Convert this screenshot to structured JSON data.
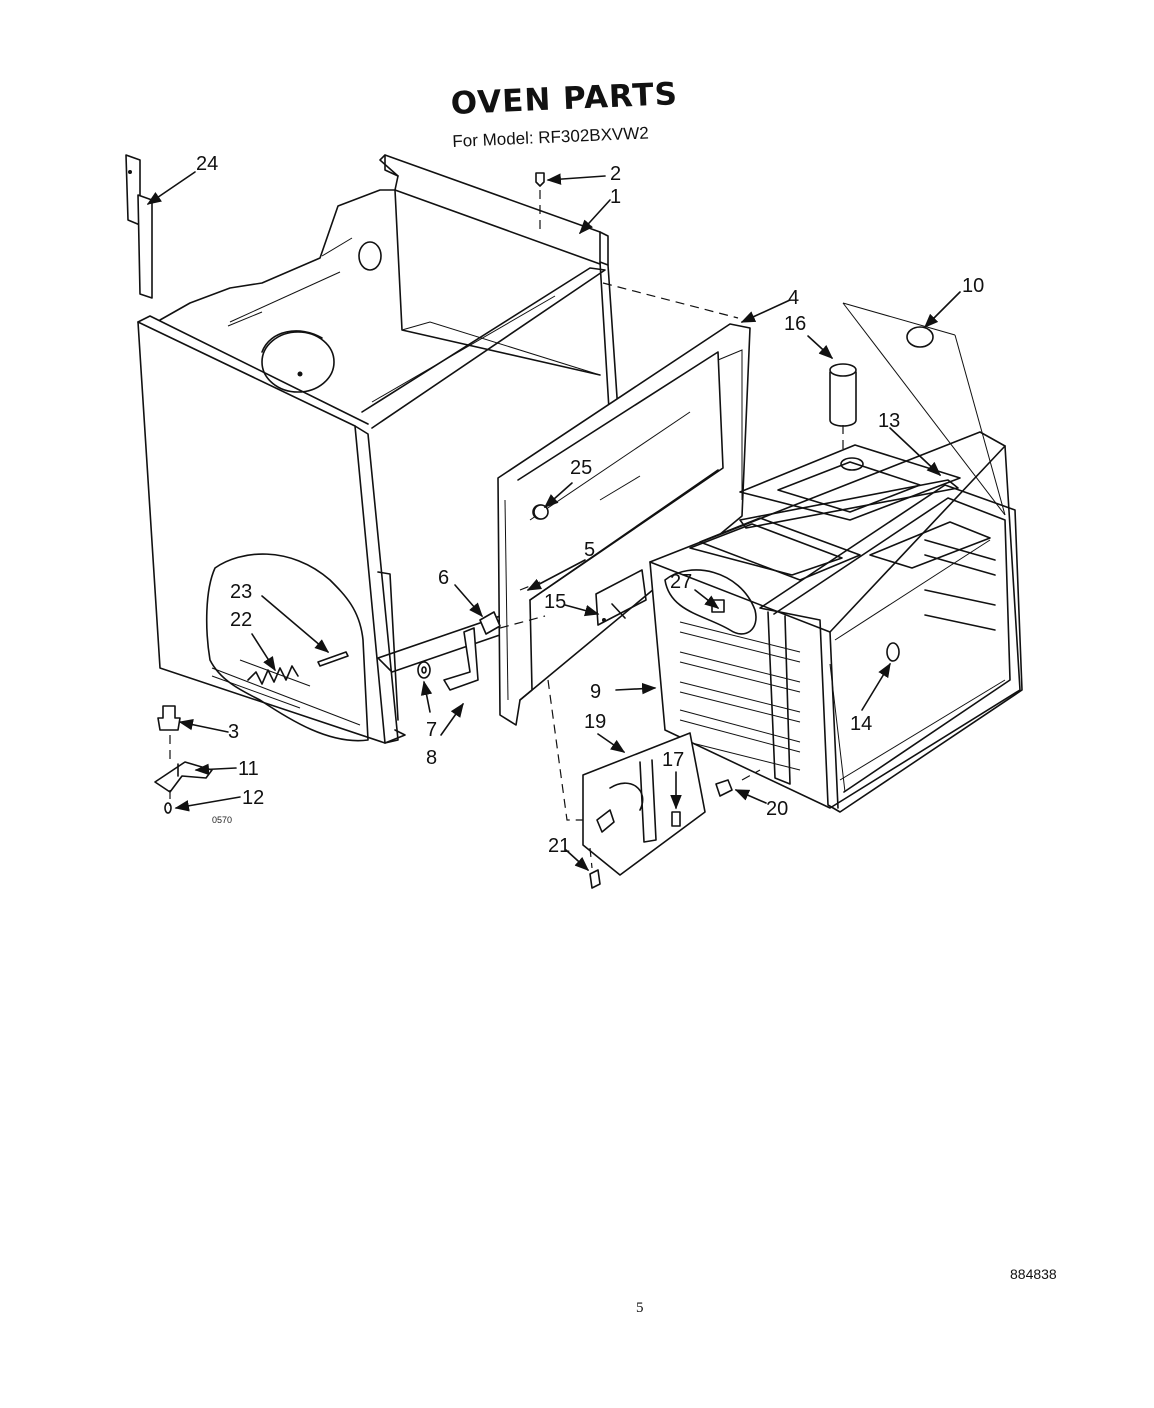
{
  "header": {
    "title": "OVEN PARTS",
    "subtitle": "For Model: RF302BXVW2"
  },
  "footer": {
    "doc_code": "884838",
    "page_number": "5"
  },
  "drawing_code": "0570",
  "callouts": [
    "1",
    "2",
    "3",
    "4",
    "5",
    "6",
    "7",
    "8",
    "9",
    "10",
    "11",
    "12",
    "13",
    "14",
    "15",
    "16",
    "17",
    "19",
    "20",
    "21",
    "22",
    "23",
    "24",
    "25",
    "27"
  ]
}
